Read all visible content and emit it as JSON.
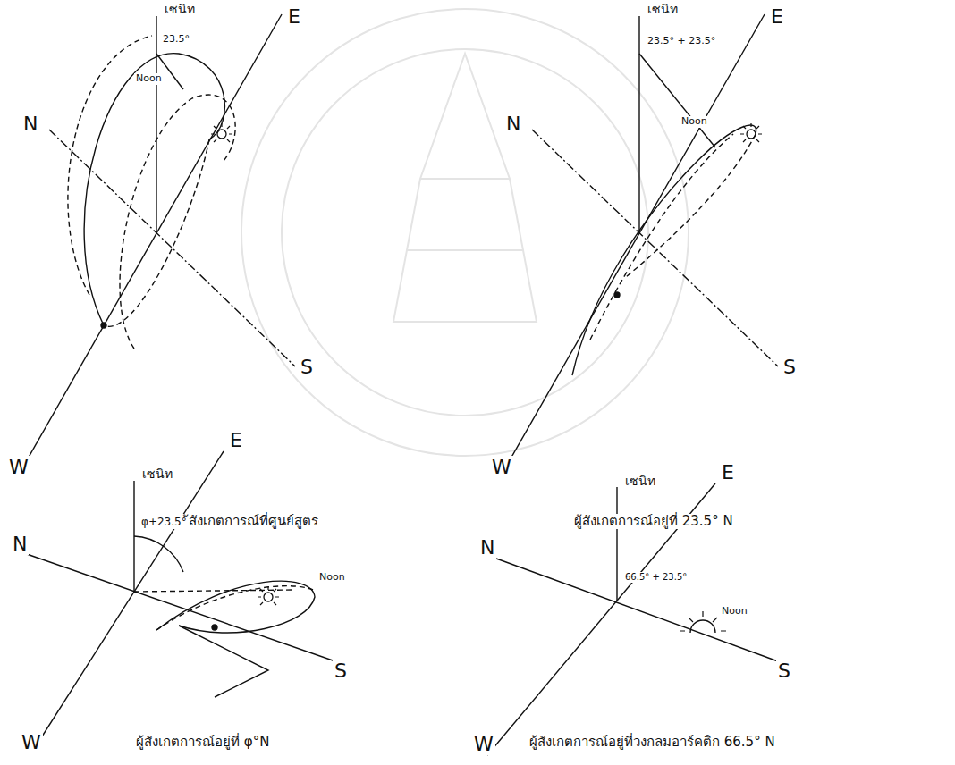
{
  "diagram": {
    "labels": [
      "เซนิท",
      "23.5°",
      "Noon",
      "N",
      "E",
      "S",
      "W",
      "ผู้สังเกตการณ์ที่ศูนย์สูตร",
      "เซนิท",
      "23.5° + 23.5°",
      "Noon",
      "N",
      "E",
      "S",
      "W",
      "ผู้สังเกตการณ์อยู่ที่ 23.5° N",
      "เซนิท",
      "φ+23.5°",
      "Noon",
      "N",
      "E",
      "S",
      "W",
      "ผู้สังเกตการณ์อยู่ที่ φ°N",
      "เซนิท",
      "66.5° + 23.5°",
      "Noon",
      "N",
      "E",
      "S",
      "W",
      "ผู้สังเกตการณ์อยู่ที่วงกลมอาร์คติก 66.5° N"
    ]
  }
}
